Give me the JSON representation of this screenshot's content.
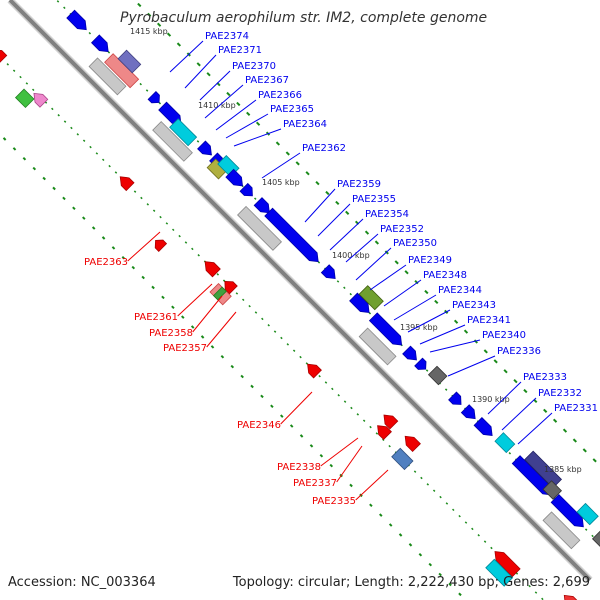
{
  "title": "Pyrobaculum aerophilum str. IM2, complete genome",
  "footer": {
    "accession": "Accession: NC_003364",
    "topology": "Topology: circular; Length: 2,222,430 bp; Genes: 2,699"
  },
  "colors": {
    "forward": "#0000ee",
    "reverse": "#ee0000",
    "backbone": "#808080",
    "tick": "#1a8a1a"
  },
  "kbp_labels": [
    "1415 kbp",
    "1410 kbp",
    "1405 kbp",
    "1400 kbp",
    "1395 kbp",
    "1390 kbp",
    "1385 kbp"
  ],
  "forward_labels": [
    "PAE2374",
    "PAE2371",
    "PAE2370",
    "PAE2367",
    "PAE2366",
    "PAE2365",
    "PAE2364",
    "PAE2362",
    "PAE2359",
    "PAE2355",
    "PAE2354",
    "PAE2352",
    "PAE2350",
    "PAE2349",
    "PAE2348",
    "PAE2344",
    "PAE2343",
    "PAE2341",
    "PAE2340",
    "PAE2336",
    "PAE2333",
    "PAE2332",
    "PAE2331"
  ],
  "reverse_labels": [
    "PAE2363",
    "PAE2361",
    "PAE2358",
    "PAE2357",
    "PAE2346",
    "PAE2338",
    "PAE2337",
    "PAE2335"
  ]
}
